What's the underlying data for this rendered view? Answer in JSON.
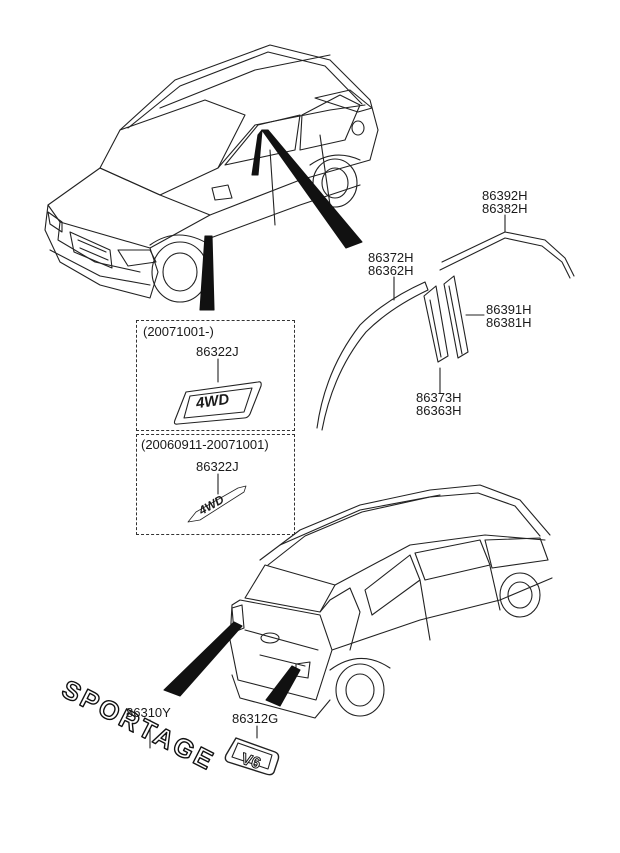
{
  "parts": {
    "upper_left_trim": [
      "86392H",
      "86382H"
    ],
    "front_window_trim": [
      "86372H",
      "86362H"
    ],
    "rear_pillar_trim": [
      "86391H",
      "86381H"
    ],
    "center_pillar_trim": [
      "86373H",
      "86363H"
    ]
  },
  "emblem_panels": [
    {
      "date_range": "(20071001-)",
      "part_no": "86322J",
      "emblem_text": "4WD"
    },
    {
      "date_range": "(20060911-20071001)",
      "part_no": "86322J",
      "emblem_text": "4WD"
    }
  ],
  "rear_badges": {
    "sportage": {
      "part_no": "86310Y",
      "emblem_text": "SPORTAGE"
    },
    "v6": {
      "part_no": "86312G",
      "emblem_text": "V6"
    }
  }
}
